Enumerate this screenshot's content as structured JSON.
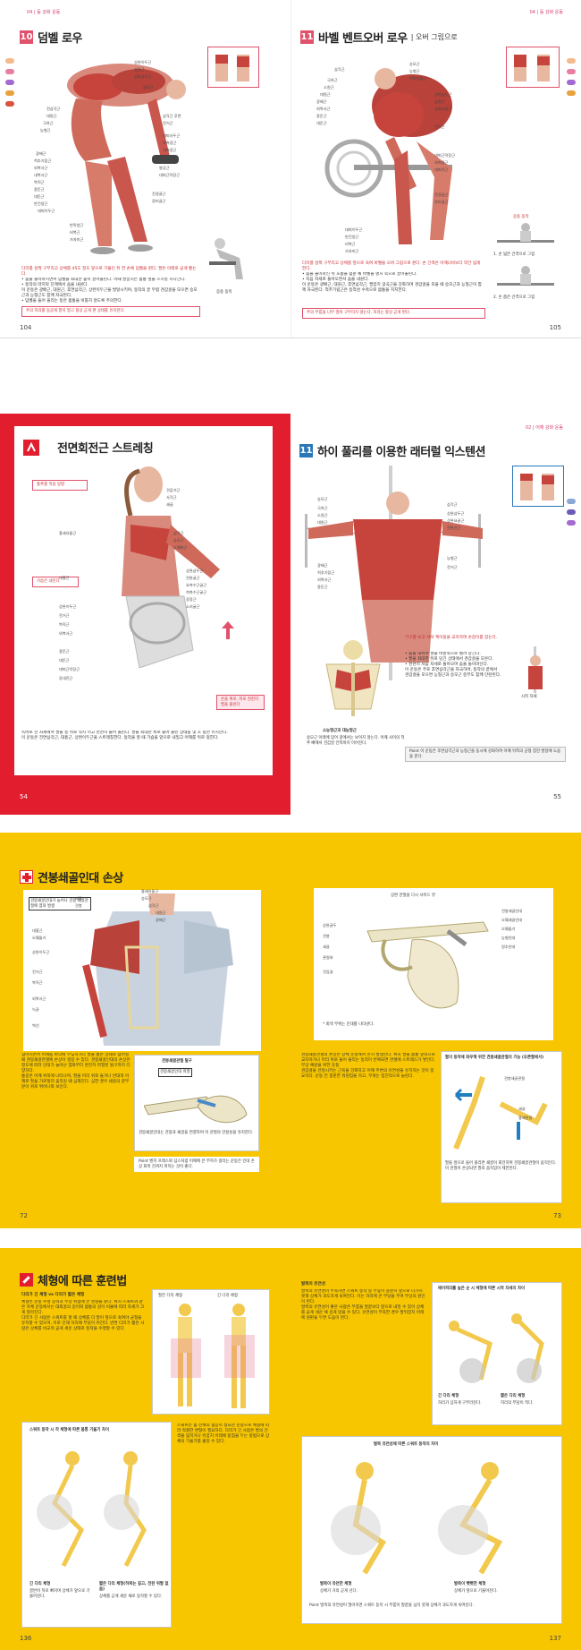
{
  "spread1": {
    "left": {
      "runhead": "04 | 등 강화 운동",
      "number": "10",
      "title": "덤벨 로우",
      "page": "104",
      "labels_left": [
        "전삼각근",
        "대원근",
        "극하근",
        "능형근",
        "광배근",
        "척추기립근",
        "외복사근",
        "내복사근",
        "복직근",
        "중둔근",
        "대둔근",
        "반건양근",
        "대퇴이두근",
        "반막양근",
        "비복근",
        "가자미근"
      ],
      "labels_right": [
        "상완이두근",
        "상완근",
        "상완삼두근",
        "승모근",
        "삼각근 후면",
        "전거근",
        "대퇴사두근",
        "외측광근",
        "내측광근",
        "대퇴직근",
        "봉공근",
        "대퇴근막장근",
        "전경골근",
        "장비골근"
      ],
      "intro_red": "다리를 살짝 구부리고 상체를 45도 정도 앞으로 기울인 뒤 한 손에 덤벨을 쥔다. 팔은 아래로 곧게 뻗는다.",
      "body": "• 숨을 들이마시면서 덤벨을 최대한 높이 끌어올린다. 이때 팔꿈치는 몸통 옆을 스치듯 지나간다.\n• 동작의 마지막 단계에서 숨을 내쉰다.\n이 운동은 광배근, 대원근, 후면삼각근, 상완이두근을 발달시키며, 동작의 끝 무렵 견갑골을 모으면 승모근과 능형근도 함께 자극된다.\n• 덤벨을 들어 올리는 동안 몸통을 비틀지 않도록 주의한다.",
      "note": "주의 허리를 둥글게 말지 말고 항상 곧게 편 상태를 유지한다.",
      "caption": "응용 동작"
    },
    "right": {
      "runhead": "04 | 등 강화 운동",
      "number": "11",
      "title": "바벨 벤트오버 로우",
      "subtitle": "| 오버 그립으로",
      "page": "105",
      "labels_left": [
        "삼각근",
        "극하근",
        "소원근",
        "대원근",
        "광배근",
        "외복사근",
        "중둔근",
        "대둔근",
        "대퇴이두근",
        "반건양근",
        "비복근",
        "가자미근"
      ],
      "labels_right": [
        "승모근",
        "능형근",
        "척추기립근",
        "상완삼두근",
        "상완근",
        "상완요골근",
        "전거근",
        "대퇴근막장근",
        "외측광근",
        "대퇴직근",
        "전경골근",
        "장비골근"
      ],
      "intro_red": "다리를 살짝 구부리고 상체를 앞으로 숙여 바벨을 오버 그립으로 쥔다. 손 간격은 어깨너비보다 약간 넓게 한다.",
      "body": "• 숨을 들이마신 뒤 호흡을 멈춘 채 바벨을 명치 쪽으로 끌어올린다.\n• 처음 자세로 돌아오면서 숨을 내쉰다.\n이 운동은 광배근, 대원근, 후면삼각근, 팔꿈치 굴곡근을 강화하며 견갑골을 모을 때 승모근과 능형근이 함께 자극된다. 척추기립근은 등척성 수축으로 몸통을 지지한다.",
      "note": "주의 무릎을 너무 많이 구부리지 않는다. 허리는 항상 곧게 편다.",
      "captions": [
        "응용 동작",
        "1. 손 넓은 간격으로 그립",
        "2. 손 좁은 간격으로 그립"
      ]
    }
  },
  "spread2": {
    "left": {
      "title": "전면회전근 스트레칭",
      "page": "54",
      "callouts": [
        "흉추를 적용 방향",
        "가슴은 내민다"
      ],
      "labels_left": [
        "흉쇄유돌근",
        "대흉근",
        "상완이두근",
        "전거근",
        "복직근",
        "외복사근",
        "중둔근",
        "대둔근",
        "대퇴근막장근",
        "장내전근"
      ],
      "labels_right": [
        "견갑거근",
        "사각근",
        "쇄골",
        "삼각근",
        "승모근",
        "오훼완근",
        "상완삼두근",
        "전완굴근",
        "요측수근굴근",
        "척측수근굴근",
        "장장근",
        "소지굴근"
      ],
      "pink_box": "손을 위로, 뒤로 천천히 팔을 올린다",
      "body": "똑바로 선 자세에서 팔을 등 뒤로 깍지 끼고 천천히 들어 올린다. 팔을 최대한 위로 들어 올린 상태를 몇 초 동안 유지한다.\n이 운동은 전면삼각근, 대흉근, 상완이두근을 스트레칭한다. 동작을 할 때 가슴을 앞으로 내밀고 어깨를 뒤로 젖힌다."
    },
    "right": {
      "runhead": "02 | 어깨 강화 운동",
      "number": "11",
      "title": "하이 풀리를 이용한 래터럴 익스텐션",
      "page": "55",
      "labels_left": [
        "승모근",
        "극하근",
        "소원근",
        "대원근",
        "광배근",
        "척추기립근",
        "외복사근",
        "중둔근"
      ],
      "labels_right": [
        "삼각근",
        "상완삼두근",
        "상완요골근",
        "전완신근",
        "능형근",
        "전거근"
      ],
      "skeleton_caption": "소능형근과 대능형근",
      "skeleton_text": "승모근 아래에 있어 겉에서는 보이지 않는다. 어깨 사이의 척추 뼈에서 견갑골 안쪽까지 이어진다.",
      "instructions_red": "기구를 보고 서서 케이블을 교차하여 손잡이를 잡는다.",
      "body": "• 숨을 내쉬며 팔을 바깥쪽으로 벌려 당긴다.\n• 팔을 최대한 뒤로 당긴 상태에서 견갑골을 모은다.\n• 천천히 처음 자세로 돌아오며 숨을 들이마신다.\n이 운동은 주로 후면삼각근을 자극하며, 동작의 끝에서 견갑골을 모으면 능형근과 승모근 중부도 함께 단련된다.",
      "point": "Point 이 운동은 후면삼각근과 능형근을 동시에 강화하여 어깨 뒤쪽의 균형 잡힌 발달에 도움을 준다.",
      "caption": "시작 자세"
    }
  },
  "spread3": {
    "left": {
      "title": "견봉쇄골인대 손상",
      "page": "72",
      "box_label": "견봉쇄골인대가 늘어나 견봉 쇄골관절에 염좌 발생",
      "labels_left": [
        "쇄골",
        "견봉",
        "대흉근",
        "오훼돌기",
        "상완이두근",
        "전거근",
        "복직근",
        "외복사근",
        "늑골",
        "백선"
      ],
      "labels_right": [
        "흉쇄유돌근",
        "승모근",
        "삼각근",
        "대원근",
        "광배근"
      ],
      "inset_title": "견봉쇄골관절 탈구",
      "inset_label": "견봉쇄골인대 파열",
      "inset_caption": "견봉쇄골인대는 견봉과 쇄골을 연결하며 이 관절의 안정성을 유지한다.",
      "body": "넘어지면서 어깨를 바닥에 부딪치거나 팔을 뻗은 상태로 넘어질 때 견봉쇄골관절에 손상이 생길 수 있다. 견봉쇄골인대의 손상은 정도에 따라 인대가 늘어난 염좌부터 완전히 파열된 탈구까지 다양하다.\n통증은 어깨 위쪽에 나타나며, 팔을 머리 위로 들거나 반대쪽 어깨로 팔을 가로질러 움직일 때 심해진다. 심한 경우 쇄골의 끝부분이 위로 튀어나와 보인다.",
      "point": "Point 벤치 프레스와 딥스처럼 어깨에 큰 부하가 걸리는 운동은 인대 손상 회복 전까지 피하는 것이 좋다."
    },
    "right": {
      "page": "73",
      "diagram_title": "상완 관절을 다시 사이드 뷰",
      "labels_left": [
        "상완골두",
        "견봉",
        "쇄골",
        "관절와",
        "견갑골"
      ],
      "labels_right": [
        "견봉쇄골인대",
        "오훼쇄골인대",
        "오훼돌기",
        "능형인대",
        "원추인대"
      ],
      "diagram_caption": "* 회색 부위는 인대를 나타낸다.",
      "body": "견봉쇄골관절의 손상은 상체 운동에서 흔히 발생한다. 특히 팔을 몸통 앞쪽으로 교차하거나 머리 위로 들어 올리는 동작이 반복되면 관절에 스트레스가 쌓인다.\n부상 예방을 위한 운동\n견갑골을 안정시키는 근육을 강화하고 어깨 주변의 유연성을 유지하는 것이 중요하다. 운동 전 충분한 워밍업을 하고, 무게는 점진적으로 늘린다.",
      "side_title": "팔의 동작에 좌우해 위한 견봉쇄골관절의 기능 (오른팔에서)",
      "side_labels": [
        "견봉쇄골관절",
        "쇄골",
        "흉쇄관절"
      ],
      "side_caption": "팔을 앞으로 들어 올리면 쇄골이 회전하며 견봉쇄골관절이 움직인다. 이 관절이 손상되면 팔의 움직임이 제한된다."
    },
    "accent": "#f7c600"
  },
  "spread4": {
    "left": {
      "title": "체형에 따른 훈련법",
      "page": "136",
      "subheading": "다리가 긴 체형 vs 다리가 짧은 체형",
      "body": "체형은 운동 수행 능력과 부상 위험에 큰 영향을 준다. 특히 스쿼트와 같은 하체 운동에서는 대퇴골의 길이와 몸통의 길이 비율에 따라 자세가 크게 달라진다.\n다리가 긴 사람은 스쿼트를 할 때 상체를 더 많이 앞으로 숙여야 균형을 유지할 수 있으며, 이로 인해 허리에 부담이 커진다. 반면 다리가 짧은 사람은 상체를 비교적 곧게 세운 상태로 동작을 수행할 수 있다.",
      "fig_labels": [
        "팔은 다리 체형",
        "긴 다리 체형"
      ],
      "panel_title": "스쿼트 동작 시 각 체형에 따른 몸통 기울기 차이",
      "panel_caption_left": "긴 다리 체형",
      "panel_caption_left2": "골반이 뒤로 빠지며 상체가 앞으로 기울어진다.",
      "panel_caption_right": "짧은 다리 체형(하퇴는 길고, 전완 위팔 없음)",
      "panel_caption_right2": "상체를 곧게 세운 채로 동작할 수 있다.",
      "side_text": "스쿼트는 몸 전체의 협응이 필요한 운동으로 체형에 따라 적절한 변형이 필요하다. 다리가 긴 사람은 발의 간격을 넓히거나 뒤꿈치 아래에 받침을 두는 방법으로 상체의 기울기를 줄일 수 있다."
    },
    "right": {
      "page": "137",
      "subheading": "발목의 유연성",
      "body": "발목의 유연성이 부족하면 스쿼트 동작 중 무릎이 충분히 앞으로 나가지 못해 상체가 과도하게 숙여진다. 이는 허리에 큰 부담을 주며 부상의 원인이 된다.\n발목의 유연성이 좋은 사람은 무릎을 발끝보다 앞으로 내밀 수 있어 상체를 곧게 세운 채 깊게 앉을 수 있다. 유연성이 부족한 경우 발뒤꿈치 아래에 원판을 두면 도움이 된다.",
      "panel_title": "에어피리를 높은 순 시 체형에 따른 시작 자세의 차이",
      "panel_caption_left": "긴 다리 체형",
      "panel_caption_left2": "허리가 심하게 구부러진다.",
      "panel_caption_right": "짧은 다리 체형",
      "panel_caption_right2": "허리의 부담이 적다.",
      "panel2_title": "발목 유연성에 따른 스쿼트 동작의 차이",
      "panel2_caption_left": "발목이 유연한 체형",
      "panel2_caption_left2": "상체가 거의 곧게 선다.",
      "panel2_caption_right": "발목이 뻣뻣한 체형",
      "panel2_caption_right2": "상체가 앞으로 기울어진다.",
      "point": "Point 발목의 유연성이 떨어지면 스쿼트 동작 시 무릎이 발끝을 넘지 못해 상체가 과도하게 숙여진다."
    },
    "accent": "#f7c600"
  },
  "colors": {
    "pink": "#e0516b",
    "red": "#e21e2e",
    "blue": "#1e7fc1",
    "yellow": "#f7c600",
    "skin": "#e7b7a0",
    "muscle": "#c7443d"
  }
}
